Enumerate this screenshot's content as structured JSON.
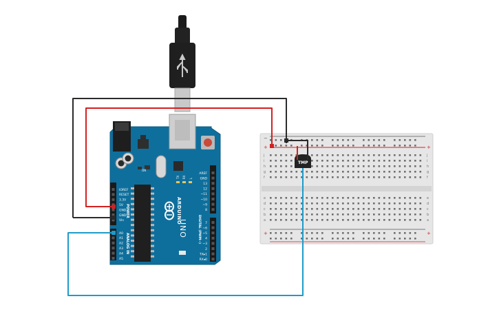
{
  "arduino": {
    "brand": "ARDUINO",
    "model": "UNO",
    "tx_label": "TX",
    "rx_label": "RX",
    "l_label": "L",
    "on_label": "ON",
    "power_title": "POWER",
    "analog_title": "ANALOG IN",
    "digital_title": "DIGITAL (PWM~)",
    "power_pins": [
      "IOREF",
      "RESET",
      "3.3V",
      "5V",
      "GND",
      "GND",
      "Vin"
    ],
    "analog_pins": [
      "A0",
      "A1",
      "A2",
      "A3",
      "A4",
      "A5"
    ],
    "digital_top_pins": [
      "AREF",
      "GND",
      "13",
      "12",
      "~11",
      "~10",
      "~9",
      "8"
    ],
    "digital_bottom_pins": [
      "7",
      "~6",
      "~5",
      "4",
      "~3",
      "2",
      "TX▸1",
      "RX◂0"
    ]
  },
  "sensor": {
    "label": "TMP"
  },
  "breadboard": {
    "row_letters_top": [
      "j",
      "i",
      "h",
      "g",
      "f"
    ],
    "row_letters_bottom": [
      "e",
      "d",
      "c",
      "b",
      "a"
    ],
    "plus_sign": "+",
    "minus_sign": "−"
  },
  "colors": {
    "board": "#0f6f9c",
    "wire_red": "#d32020",
    "wire_black": "#2a2a2a",
    "wire_blue": "#1d9bc9",
    "breadboard": "#e6e6e6"
  }
}
